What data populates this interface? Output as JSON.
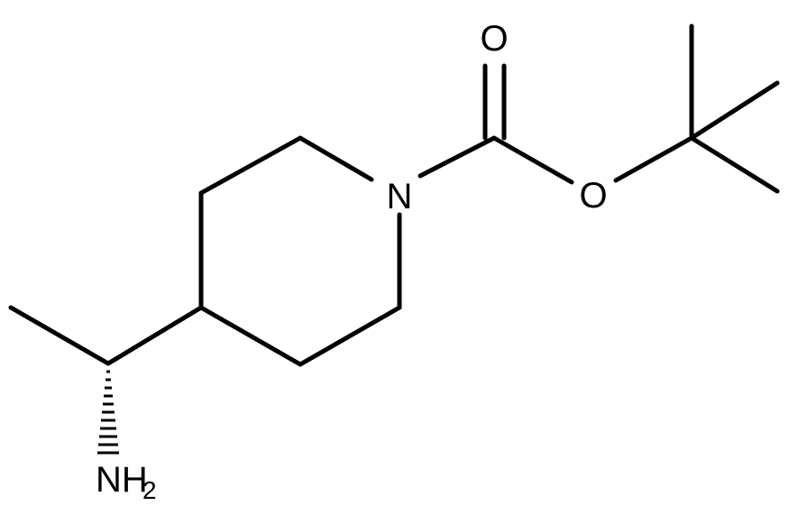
{
  "structure": {
    "atoms": {
      "nitrogen": "N",
      "carbonyl_oxygen": "O",
      "ester_oxygen": "O",
      "amine": "NH",
      "amine_subscript": "2"
    },
    "colors": {
      "ink": "#000000",
      "background": "#ffffff"
    }
  }
}
